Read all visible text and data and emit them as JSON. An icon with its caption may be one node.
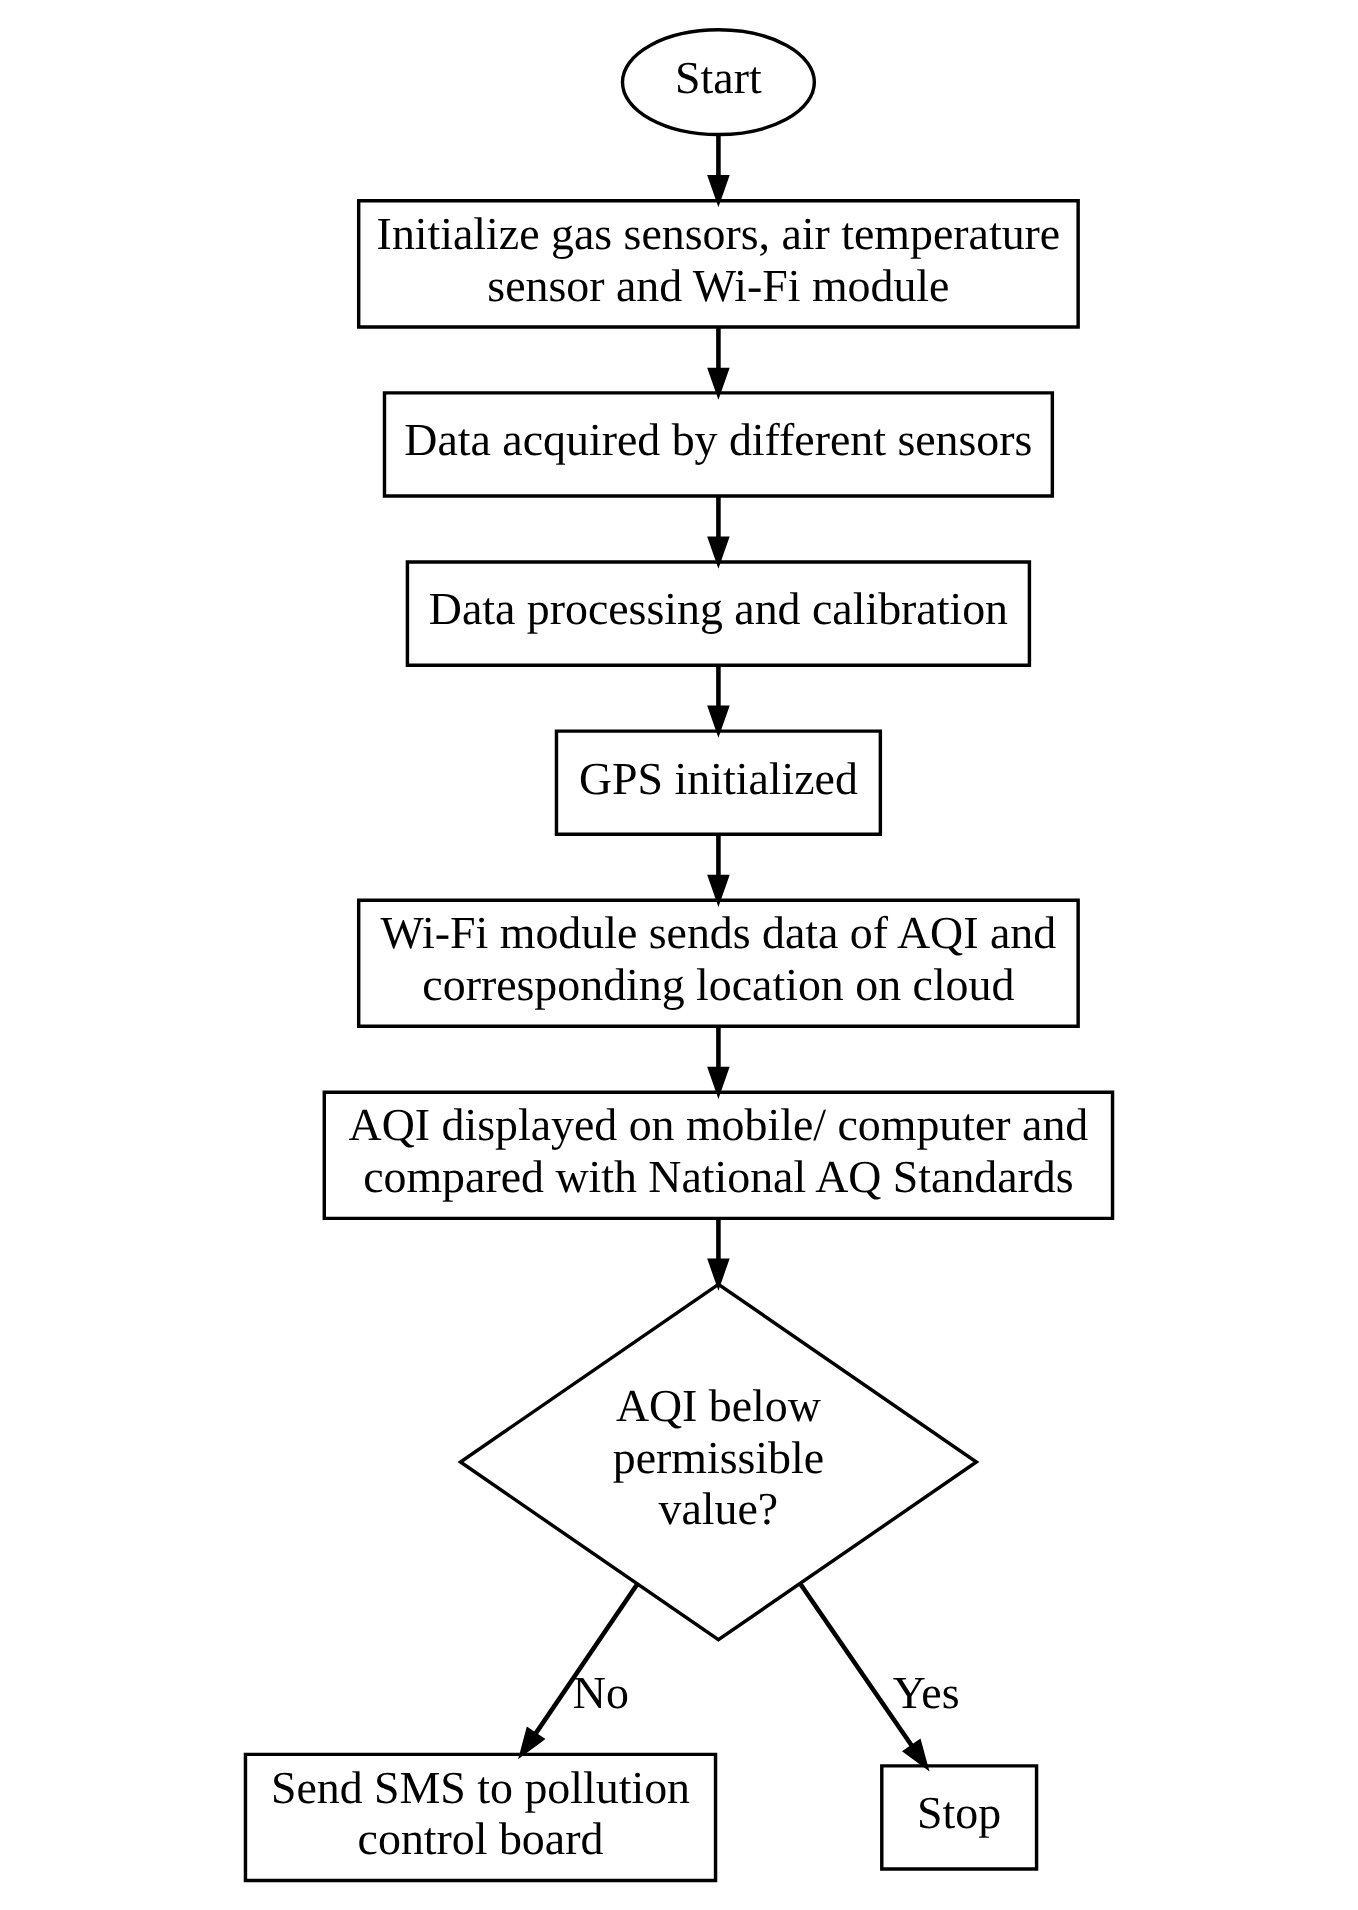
{
  "diagram": {
    "nodes": [
      {
        "text": [
          "Start"
        ]
      },
      {
        "text": [
          "Initialize gas sensors, air temperature sensor and Wi-Fi module"
        ]
      },
      {
        "text": [
          "Data acquired by different sensors"
        ]
      },
      {
        "text": [
          "Data processing and calibration"
        ]
      },
      {
        "text": [
          "GPS initialized"
        ]
      },
      {
        "text": [
          "Wi-Fi module sends data of AQI and corresponding location on cloud"
        ]
      },
      {
        "text": [
          "AQI displayed on mobile/ computer and compared with National AQ Standards"
        ]
      },
      {
        "text": [
          "AQI below permissible value?"
        ]
      },
      {
        "text": [
          "Send SMS to pollution control board"
        ]
      },
      {
        "text": [
          "Stop"
        ]
      }
    ],
    "edges": [
      {
        "from": 0,
        "to": 1,
        "arrow": "to"
      },
      {
        "from": 1,
        "to": 2,
        "arrow": "to"
      },
      {
        "from": 2,
        "to": 3,
        "arrow": "to"
      },
      {
        "from": 3,
        "to": 4,
        "arrow": "to"
      },
      {
        "from": 4,
        "to": 5,
        "arrow": "to"
      },
      {
        "from": 5,
        "to": 6,
        "arrow": "to"
      },
      {
        "from": 6,
        "to": 7,
        "arrow": "to"
      },
      {
        "from": 7,
        "to": 8,
        "arrow": "to",
        "label": "No"
      },
      {
        "from": 7,
        "to": 9,
        "arrow": "to",
        "label": "Yes"
      }
    ]
  }
}
